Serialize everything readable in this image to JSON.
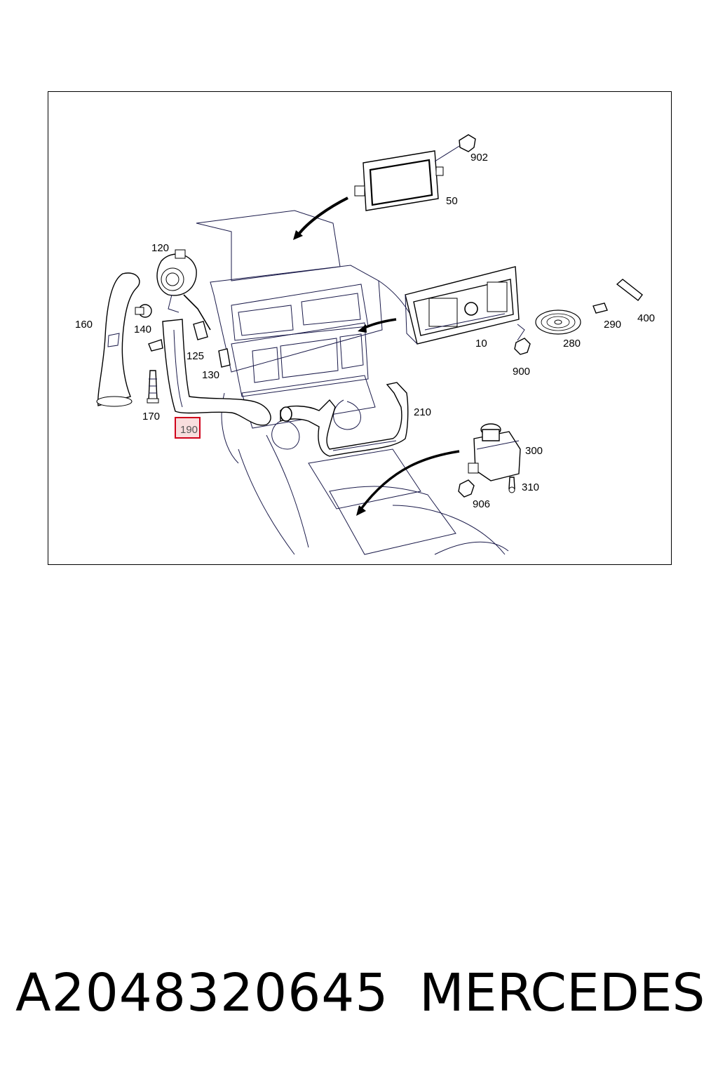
{
  "diagram": {
    "callouts": {
      "c902": "902",
      "c50": "50",
      "c120": "120",
      "c160": "160",
      "c140": "140",
      "c125": "125",
      "c130": "130",
      "c170": "170",
      "c190": "190",
      "c210": "210",
      "c10": "10",
      "c900": "900",
      "c280": "280",
      "c290": "290",
      "c400": "400",
      "c300": "300",
      "c310": "310",
      "c906": "906"
    },
    "highlight_color": "#d0021b"
  },
  "footer": {
    "part_number": "A2048320645",
    "brand": "MERCEDES"
  }
}
